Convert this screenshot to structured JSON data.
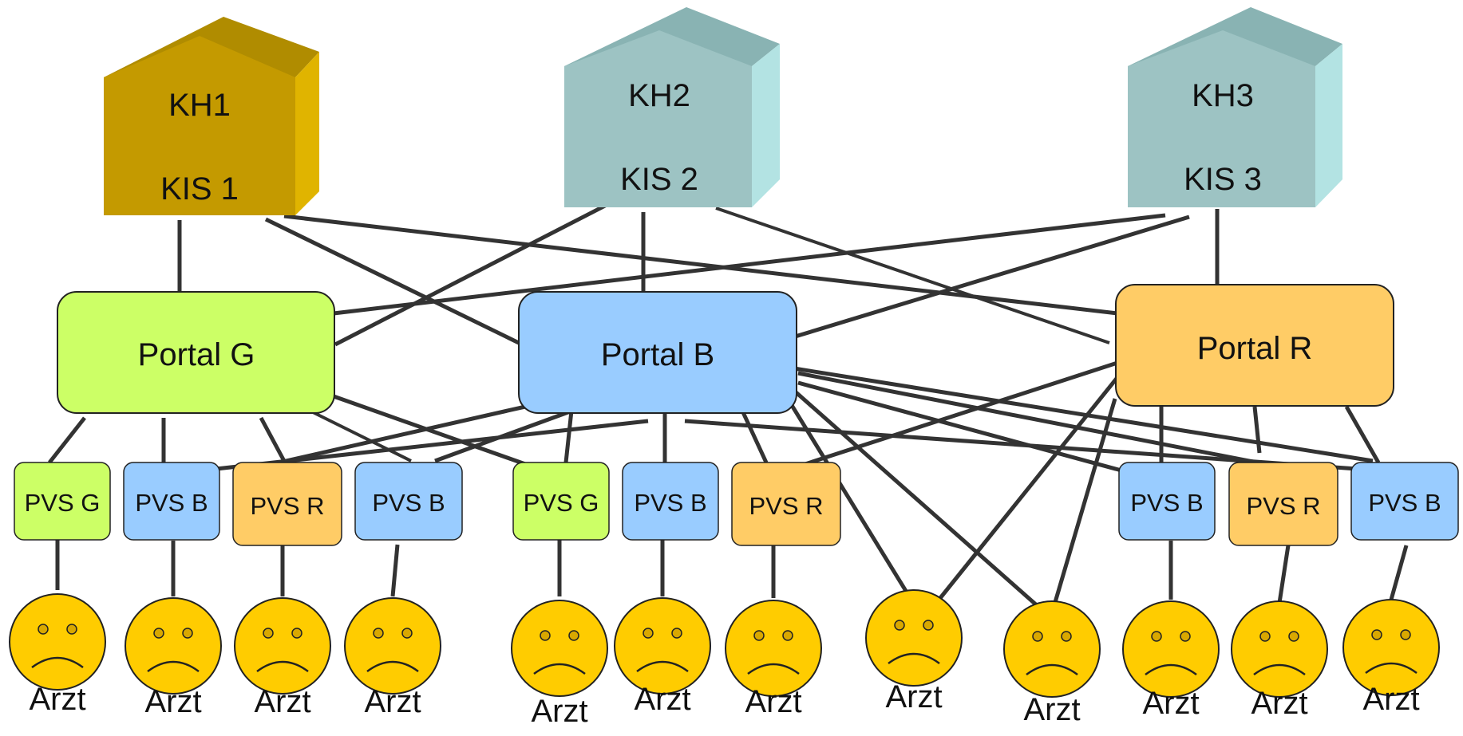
{
  "hospitals": [
    {
      "name": "KH1",
      "system": "KIS 1",
      "color": "#c49a00"
    },
    {
      "name": "KH2",
      "system": "KIS 2",
      "color": "#9dc3c3"
    },
    {
      "name": "KH3",
      "system": "KIS 3",
      "color": "#9dc3c3"
    }
  ],
  "portals": [
    {
      "label": "Portal G",
      "color": "#ccff66"
    },
    {
      "label": "Portal B",
      "color": "#99ccff"
    },
    {
      "label": "Portal R",
      "color": "#ffcc66"
    }
  ],
  "pvs": [
    {
      "label": "PVS G",
      "color": "#ccff66"
    },
    {
      "label": "PVS B",
      "color": "#99ccff"
    },
    {
      "label": "PVS R",
      "color": "#ffcc66"
    },
    {
      "label": "PVS B",
      "color": "#99ccff"
    },
    {
      "label": "PVS G",
      "color": "#ccff66"
    },
    {
      "label": "PVS B",
      "color": "#99ccff"
    },
    {
      "label": "PVS R",
      "color": "#ffcc66"
    },
    {
      "label": "PVS B",
      "color": "#99ccff"
    },
    {
      "label": "PVS R",
      "color": "#ffcc66"
    },
    {
      "label": "PVS B",
      "color": "#99ccff"
    }
  ],
  "doctors": [
    {
      "label": "Arzt"
    },
    {
      "label": "Arzt"
    },
    {
      "label": "Arzt"
    },
    {
      "label": "Arzt"
    },
    {
      "label": "Arzt"
    },
    {
      "label": "Arzt"
    },
    {
      "label": "Arzt"
    },
    {
      "label": "Arzt"
    },
    {
      "label": "Arzt"
    },
    {
      "label": "Arzt"
    },
    {
      "label": "Arzt"
    },
    {
      "label": "Arzt"
    }
  ],
  "colors": {
    "line": "#333333",
    "face": "#ffcc00",
    "outline": "#222222"
  }
}
